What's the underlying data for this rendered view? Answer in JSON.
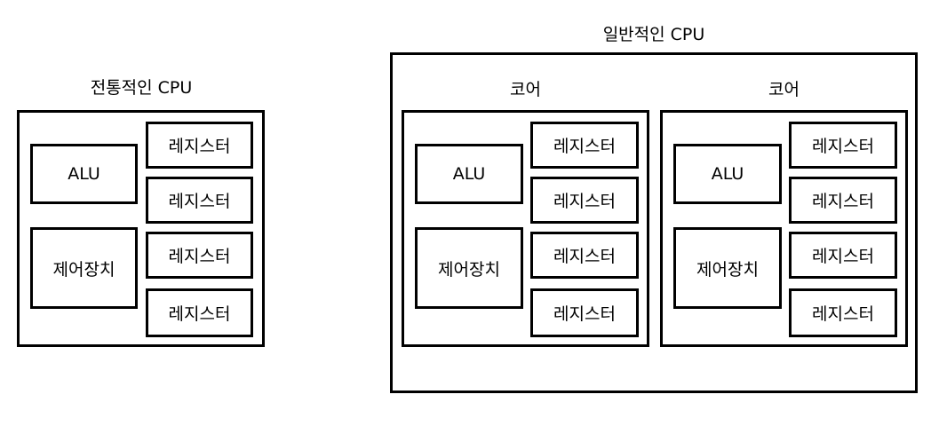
{
  "traditional_cpu": {
    "title": "전통적인 CPU",
    "alu_label": "ALU",
    "control_unit_label": "제어장치",
    "registers": [
      "레지스터",
      "레지스터",
      "레지스터",
      "레지스터"
    ]
  },
  "modern_cpu": {
    "title": "일반적인 CPU",
    "cores": [
      {
        "title": "코어",
        "alu_label": "ALU",
        "control_unit_label": "제어장치",
        "registers": [
          "레지스터",
          "레지스터",
          "레지스터",
          "레지스터"
        ]
      },
      {
        "title": "코어",
        "alu_label": "ALU",
        "control_unit_label": "제어장치",
        "registers": [
          "레지스터",
          "레지스터",
          "레지스터",
          "레지스터"
        ]
      }
    ]
  }
}
